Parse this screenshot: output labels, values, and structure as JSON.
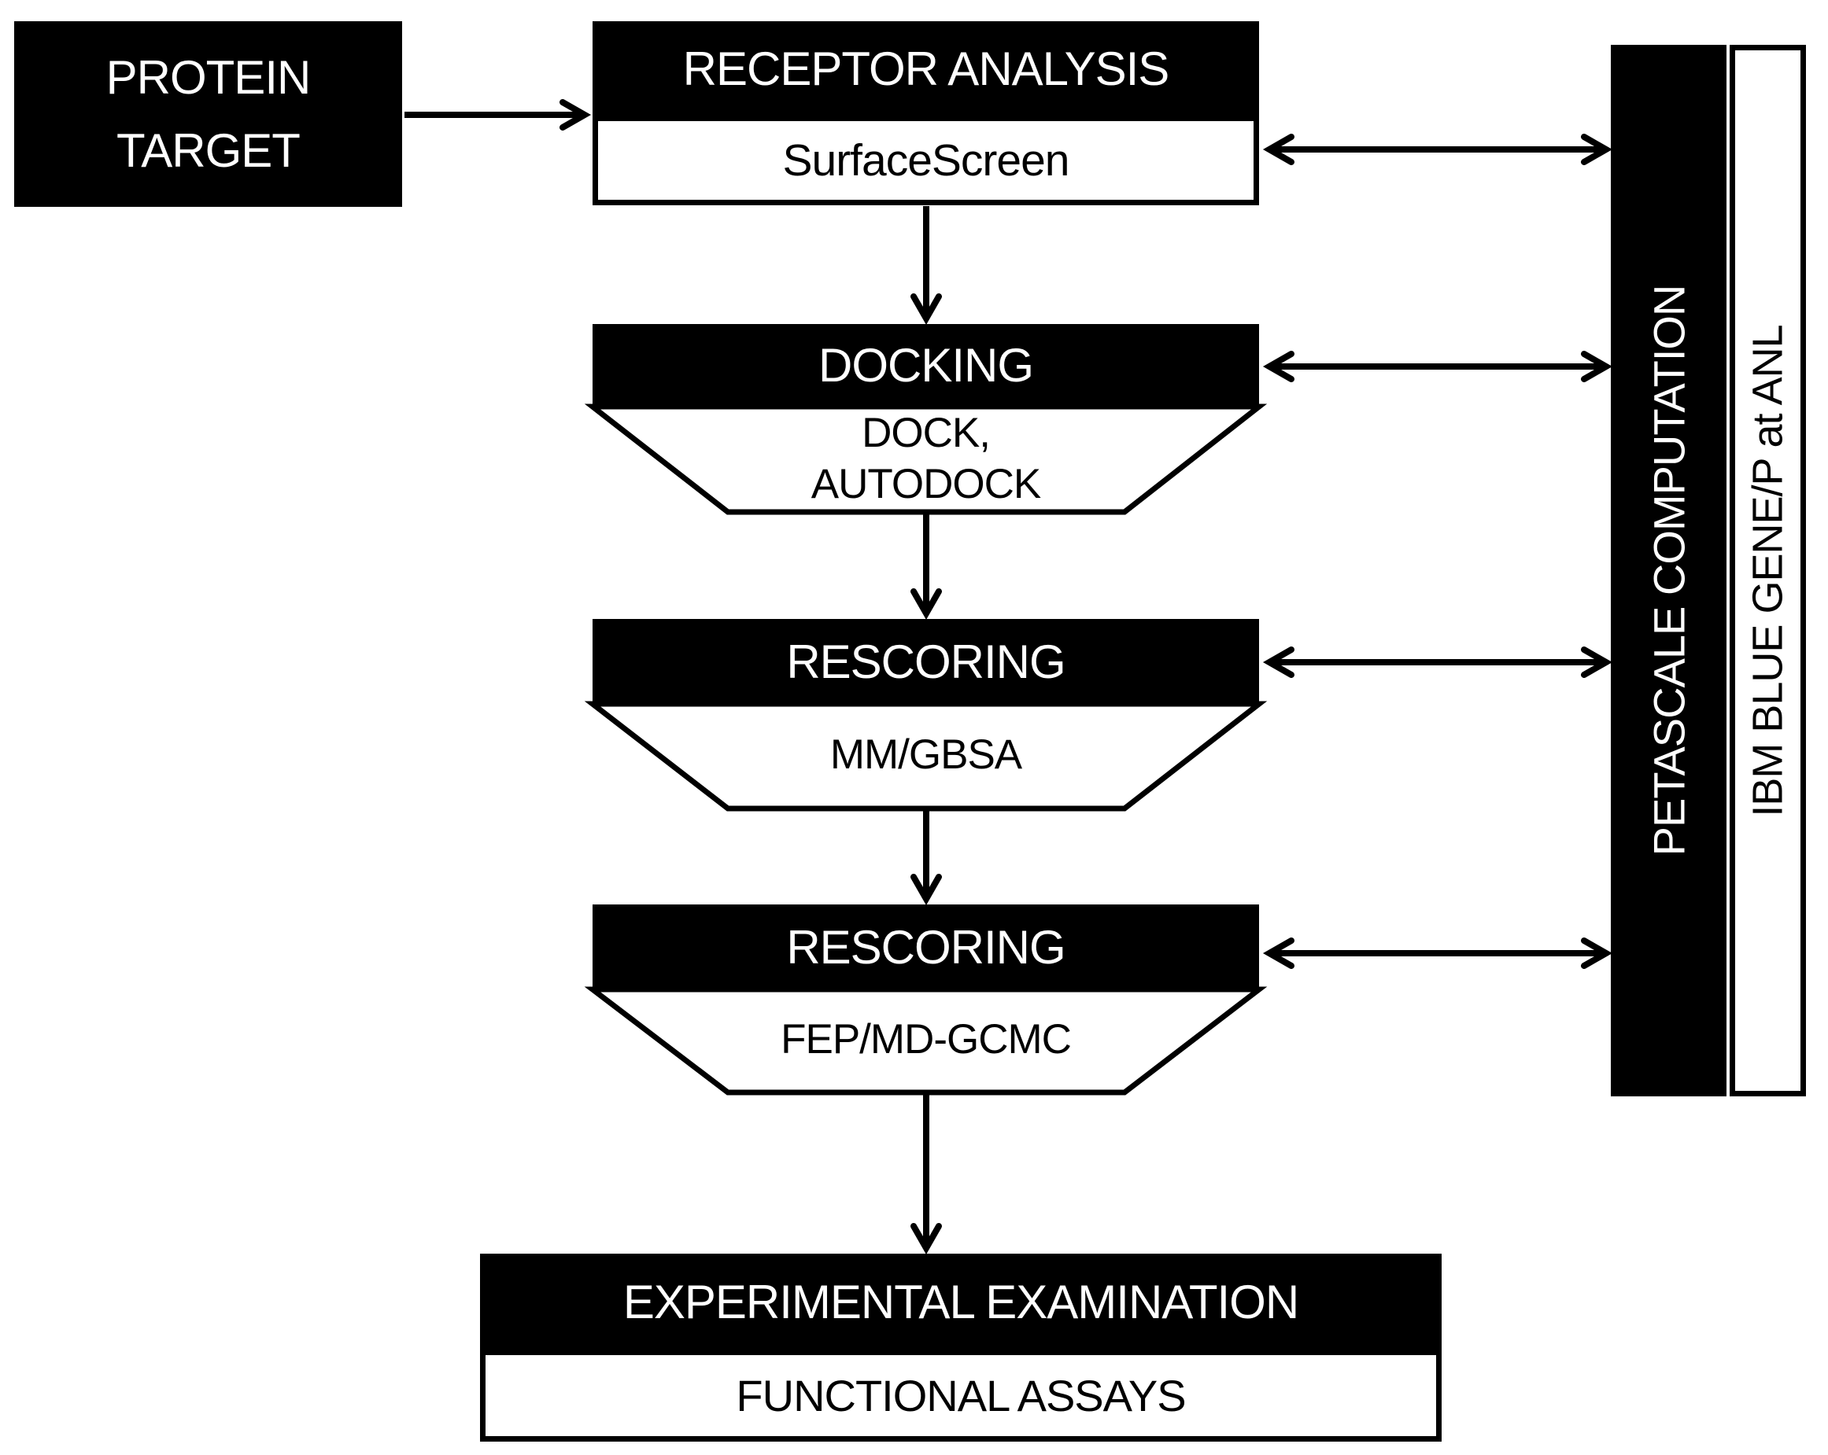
{
  "diagram": {
    "title_semantic": "Petascale virtual screening workflow",
    "colors": {
      "ink": "#000000",
      "paper": "#ffffff"
    },
    "nodes": {
      "protein_target": {
        "line1": "PROTEIN",
        "line2": "TARGET"
      },
      "receptor_analysis": {
        "title": "RECEPTOR ANALYSIS",
        "tool": "SurfaceScreen"
      },
      "docking": {
        "title": "DOCKING",
        "tool_line1": "DOCK,",
        "tool_line2": "AUTODOCK"
      },
      "rescoring_md": {
        "title": "RESCORING",
        "tool": "MM/GBSA"
      },
      "rescoring_fep": {
        "title": "RESCORING",
        "tool": "FEP/MD-GCMC"
      },
      "experimental": {
        "title": "EXPERIMENTAL EXAMINATION",
        "tool": "FUNCTIONAL ASSAYS"
      }
    },
    "sidebar": {
      "petascale": "PETASCALE COMPUTATION",
      "platform": "IBM BLUE GENE/P at ANL"
    }
  }
}
